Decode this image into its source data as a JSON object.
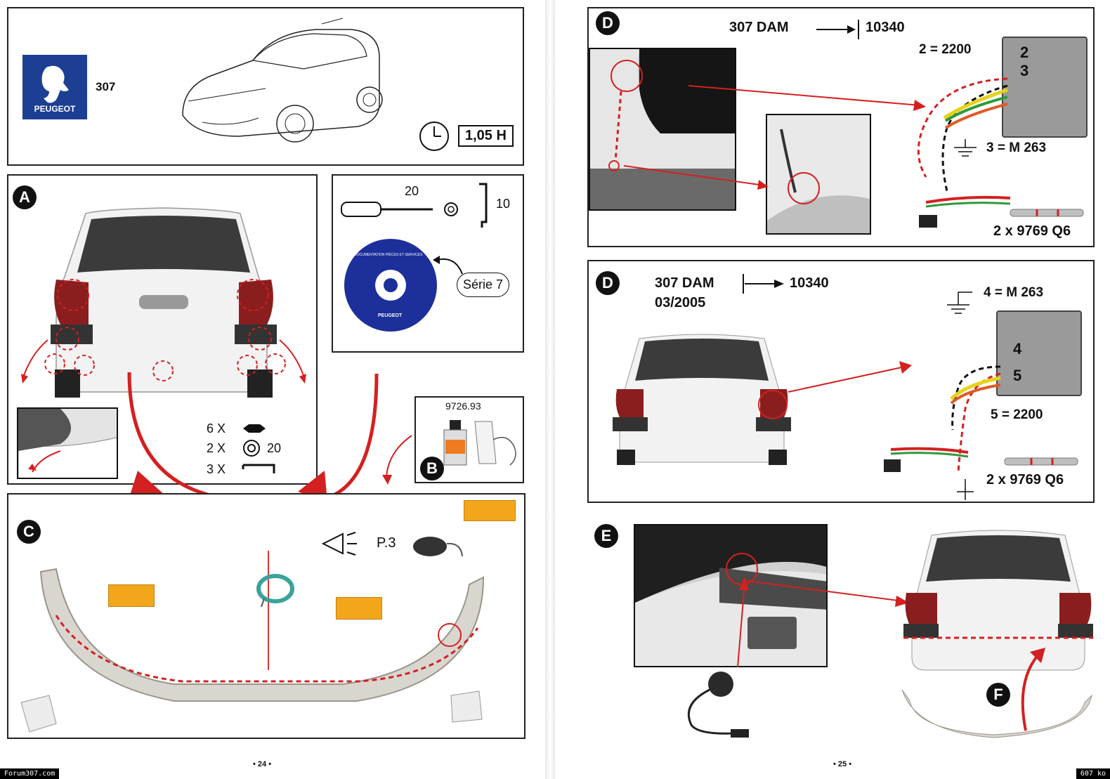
{
  "header": {
    "brand": "PEUGEOT",
    "model": "307",
    "time": "1,05 H"
  },
  "tools": {
    "screwdriver_size": "20",
    "wrench_size": "10",
    "cd_label": "Série 7",
    "cd_title": "DOCUMENTATION PIÈCES ET SERVICES",
    "cd_brand": "PEUGEOT"
  },
  "fasteners": {
    "clips_qty": "6 X",
    "nuts_qty": "2 X",
    "nuts_size": "20",
    "keys_qty": "3 X"
  },
  "product_b": {
    "ref": "9726.93"
  },
  "section_c": {
    "lamp_ref": "P.3"
  },
  "steps": {
    "a": "A",
    "b": "B",
    "c": "C",
    "d1": "D",
    "d2": "D",
    "e": "E",
    "f": "F"
  },
  "section_d1": {
    "model": "307  DAM",
    "limit": "10340",
    "wire_2": "2 = 2200",
    "pin_2": "2",
    "pin_3": "3",
    "wire_3": "3 = M 263",
    "splice": "2 x 9769 Q6"
  },
  "section_d2": {
    "model": "307  DAM",
    "date": "03/2005",
    "limit": "10340",
    "wire_4": "4 = M 263",
    "pin_4": "4",
    "pin_5": "5",
    "wire_5": "5 = 2200",
    "splice": "2 x 9769 Q6"
  },
  "footer": {
    "page_left": "• 24 •",
    "page_right": "• 25 •",
    "site": "Forum307.com",
    "size": "607 ko"
  },
  "colors": {
    "arrow_red": "#d42020",
    "peugeot_blue": "#1c3f94",
    "label_orange": "#f2a71b",
    "wire_yellow": "#e6d21a",
    "wire_green": "#2e9a3a"
  }
}
